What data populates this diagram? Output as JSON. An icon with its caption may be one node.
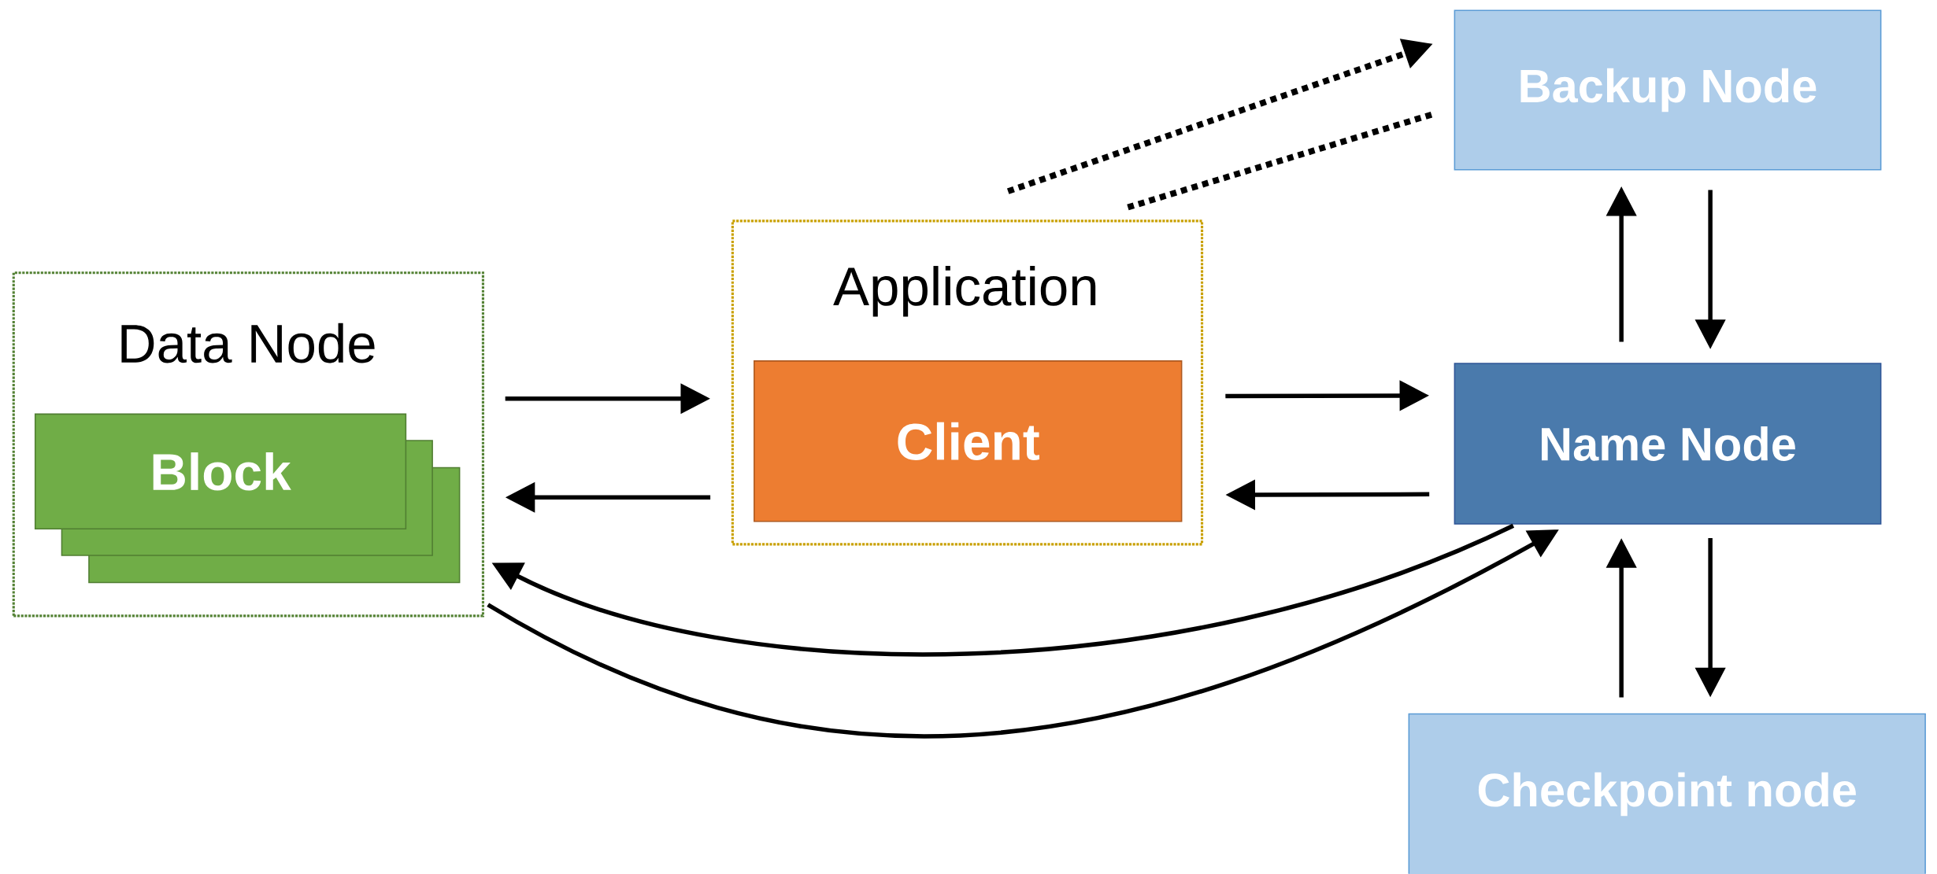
{
  "diagram": {
    "nodes": [
      {
        "text": [
          "Data Node"
        ]
      },
      {
        "text": [
          "Block"
        ],
        "in": 0
      },
      {
        "text": [
          "Application"
        ]
      },
      {
        "text": [
          "Client"
        ],
        "in": 2
      },
      {
        "text": [
          "Backup Node"
        ]
      },
      {
        "text": [
          "Name Node"
        ]
      },
      {
        "text": [
          "Checkpoint node"
        ]
      }
    ],
    "edges": [
      {
        "from": 0,
        "to": 2,
        "arrow": "to"
      },
      {
        "from": 2,
        "to": 0,
        "arrow": "to"
      },
      {
        "from": 2,
        "to": 5,
        "arrow": "to"
      },
      {
        "from": 5,
        "to": 2,
        "arrow": "to"
      },
      {
        "from": 5,
        "to": 4,
        "arrow": "to"
      },
      {
        "from": 4,
        "to": 5,
        "arrow": "to"
      },
      {
        "from": 6,
        "to": 5,
        "arrow": "to"
      },
      {
        "from": 5,
        "to": 6,
        "arrow": "to"
      },
      {
        "from": 5,
        "to": 0,
        "arrow": "to"
      },
      {
        "from": 0,
        "to": 5,
        "arrow": "to"
      },
      {
        "from": 2,
        "to": 4,
        "arrow": "to",
        "style": "dashed"
      },
      {
        "from": 2,
        "to": 4,
        "arrow": "none",
        "style": "dashed"
      }
    ]
  }
}
